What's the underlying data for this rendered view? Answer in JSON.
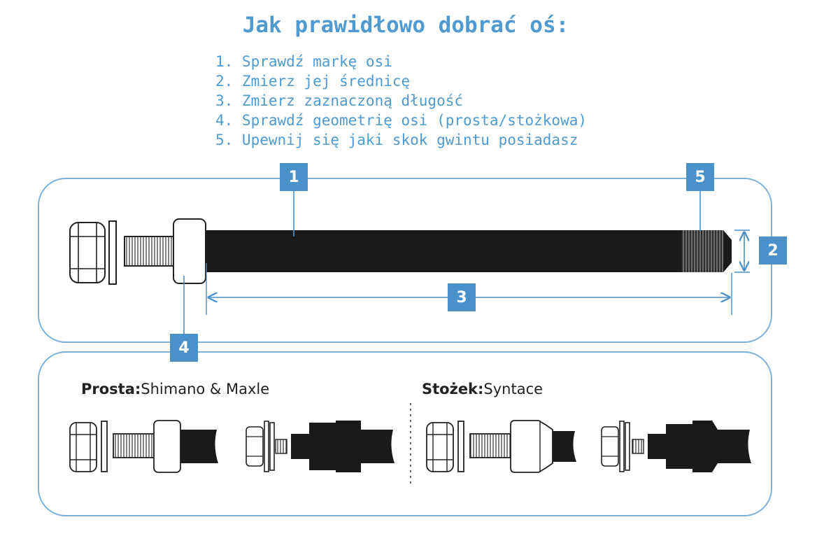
{
  "title": "Jak prawidłowo dobrać oś:",
  "steps": [
    "1. Sprawdź markę osi",
    "2. Zmierz jej średnicę",
    "3. Zmierz zaznaczoną długość",
    "4. Sprawdź geometrię osi (prosta/stożkowa)",
    "5. Upewnij się jaki skok gwintu posiadasz"
  ],
  "badges": {
    "b1": "1",
    "b2": "2",
    "b3": "3",
    "b4": "4",
    "b5": "5"
  },
  "geometry": {
    "straight_label": "Prosta:",
    "straight_brands": "Shimano & Maxle",
    "tapered_label": "Stożek:",
    "tapered_brands": "Syntace"
  },
  "colors": {
    "accent": "#4a90c9",
    "panel_border": "#7cb0d8",
    "title": "#4f9ad0",
    "axle": "#1a1a1a"
  }
}
